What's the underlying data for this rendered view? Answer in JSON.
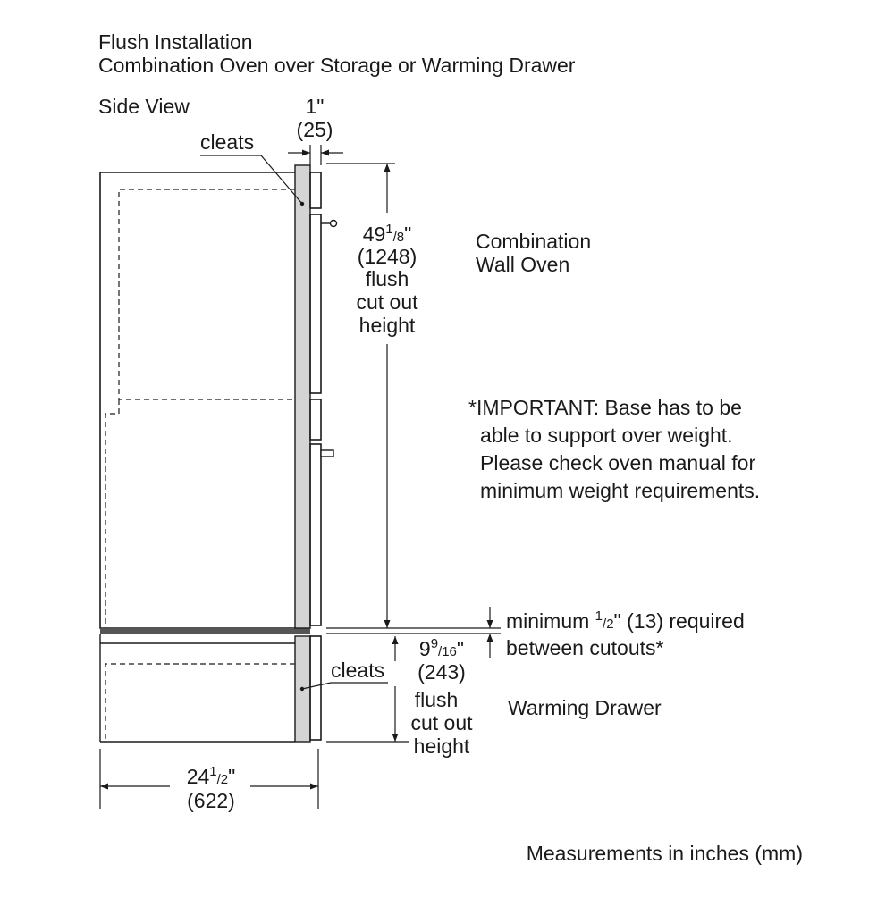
{
  "title": {
    "line1": "Flush Installation",
    "line2": "Combination Oven over Storage or Warming Drawer"
  },
  "view_label": "Side View",
  "cleats_label_top": "cleats",
  "cleats_label_bottom": "cleats",
  "dim_1in": {
    "inch": "1\"",
    "mm": "(25)"
  },
  "dim_oven_height": {
    "whole": "49",
    "num": "1",
    "den": "8",
    "quote": "\"",
    "mm": "(1248)",
    "line3": "flush",
    "line4": "cut out",
    "line5": "height"
  },
  "oven_label": {
    "line1": "Combination",
    "line2": "Wall Oven"
  },
  "important_note": {
    "line1": "*IMPORTANT: Base has to be",
    "line2": "able to support over weight.",
    "line3": "Please check oven manual for",
    "line4": "minimum weight requirements."
  },
  "min_gap": {
    "prefix": "minimum ",
    "num": "1",
    "den": "2",
    "suffix": "\" (13) required",
    "line2": "between cutouts*"
  },
  "dim_drawer_height": {
    "whole": "9",
    "num": "9",
    "den": "16",
    "quote": "\"",
    "mm": "(243)",
    "line3": "flush",
    "line4": "cut out",
    "line5": "height"
  },
  "drawer_label": "Warming Drawer",
  "dim_depth": {
    "whole": "24",
    "num": "1",
    "den": "2",
    "quote": "\"",
    "mm": "(622)"
  },
  "measurements_note": "Measurements in inches (mm)",
  "colors": {
    "line": "#1a1a1a",
    "cleat_fill": "#d4d4d4",
    "shelf_fill": "#555555",
    "background": "#ffffff"
  }
}
